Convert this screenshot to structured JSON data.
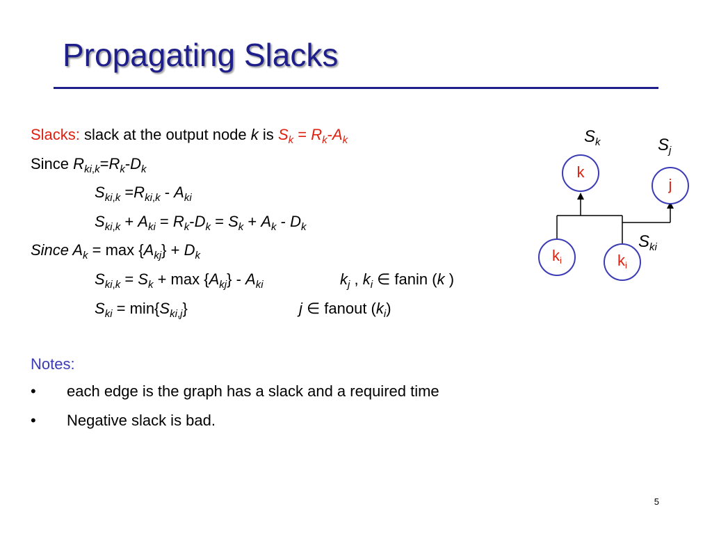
{
  "title": "Propagating Slacks",
  "slacks_line": {
    "label": "Slacks:",
    "text": "slack at the output node",
    "k": "k",
    "is": "is",
    "S": "S",
    "k1": "k",
    "eq": " = ",
    "R": "R",
    "k2": "k",
    "minus": "-",
    "A": "A",
    "k3": "k"
  },
  "lines": {
    "since1_prefix": "Since",
    "since1_R": "R",
    "since1_sub1": "ki",
    "since1_sep": ",",
    "since1_sub2": "k",
    "since1_eq": "=",
    "since1_Rk": "R",
    "since1_Rk_sub": "k",
    "since1_minus": "-",
    "since1_D": "D",
    "since1_D_sub": "k",
    "l3_S": "S",
    "l3_sub1": "ki",
    "l3_sep": ",",
    "l3_sub2": "k",
    "l3_eq": " =",
    "l3_R": "R",
    "l3_Rsub1": "ki",
    "l3_Rsep": ",",
    "l3_Rsub2": "k",
    "l3_minus": " - ",
    "l3_A": "A",
    "l3_Asub": "ki",
    "l4_S": "S",
    "l4_sub1": "ki",
    "l4_sep": ",",
    "l4_sub2": "k",
    "l4_plus": " + ",
    "l4_A": "A",
    "l4_Asub": "ki",
    "l4_eq1": " = ",
    "l4_R": "R",
    "l4_Rsub": "k",
    "l4_minus": "-",
    "l4_D": "D",
    "l4_Dsub": "k",
    "l4_eq2": " = ",
    "l4_S2": "S",
    "l4_S2sub": "k",
    "l4_plus2": " + ",
    "l4_A2": "A",
    "l4_A2sub": "k",
    "l4_minus2": " - ",
    "l4_D2": "D",
    "l4_D2sub": "k",
    "l5_since": "Since A",
    "l5_Asub": "k",
    "l5_eq": " = ",
    "l5_max": "max {",
    "l5_A": "A",
    "l5_Asub2": "kj",
    "l5_close": "} ",
    "l5_plus": "+ ",
    "l5_D": "D",
    "l5_Dsub": "k",
    "l6_S": "S",
    "l6_sub1": "ki",
    "l6_sep": ",",
    "l6_sub2": "k",
    "l6_eq": " = ",
    "l6_S2": "S",
    "l6_S2sub": "k",
    "l6_plus": " + ",
    "l6_max": "max {",
    "l6_A": "A",
    "l6_Asub": "kj",
    "l6_close": "} - ",
    "l6_A2": "A",
    "l6_A2sub": "ki",
    "l6_k": "k",
    "l6_ksub": "j",
    "l6_comma": " , ",
    "l6_k2": "k",
    "l6_k2sub": "i",
    "l6_in": " ∈ ",
    "l6_fanin": "fanin (",
    "l6_fk": "k",
    "l6_fclose": " )",
    "l7_S": "S",
    "l7_sub": "ki",
    "l7_eq": " = ",
    "l7_min": " min{",
    "l7_S2": "S",
    "l7_S2sub1": "ki",
    "l7_S2sep": ",",
    "l7_S2sub2": "j",
    "l7_close": "}",
    "l7_j": "j",
    "l7_in": " ∈ ",
    "l7_fanout": "fanout (",
    "l7_k": "k",
    "l7_ksub": "i",
    "l7_fclose": ")"
  },
  "notes": {
    "label": "Notes:",
    "bullet": "•",
    "items": [
      "each edge is the graph has a slack and a required time",
      "Negative slack is bad."
    ]
  },
  "graph": {
    "node_k": "k",
    "node_j": "j",
    "node_ki_base": "k",
    "node_ki_sub": "i",
    "label_Sk": "S",
    "label_Sk_sub": "k",
    "label_Sj": "S",
    "label_Sj_sub": "j",
    "label_Ski": "S",
    "label_Ski_sub": "ki",
    "node_stroke": "#3b3bb5",
    "label_color": "#e0200f"
  },
  "page_number": "5"
}
